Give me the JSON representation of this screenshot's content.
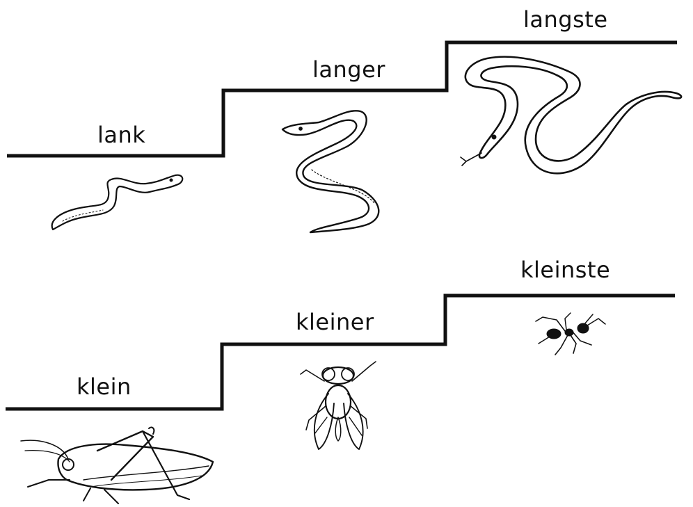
{
  "row_length": {
    "steps": [
      {
        "label": "lank",
        "picture": "small-snake-icon"
      },
      {
        "label": "langer",
        "picture": "medium-snake-icon"
      },
      {
        "label": "langste",
        "picture": "large-snake-icon"
      }
    ]
  },
  "row_size": {
    "steps": [
      {
        "label": "klein",
        "picture": "grasshopper-icon"
      },
      {
        "label": "kleiner",
        "picture": "fly-icon"
      },
      {
        "label": "kleinste",
        "picture": "ant-icon"
      }
    ]
  },
  "colors": {
    "ink": "#111111",
    "paper": "#ffffff"
  }
}
